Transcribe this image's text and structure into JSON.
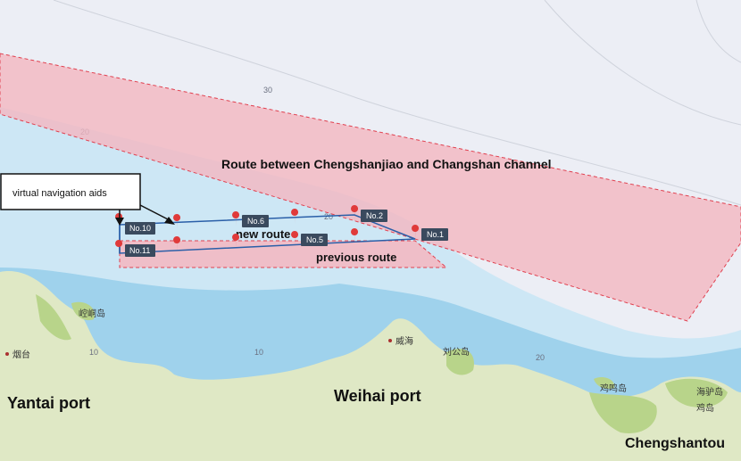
{
  "labels": {
    "route_channel": "Route between Chengshanjiao and Changshan channel",
    "new_route": "new route",
    "previous_route": "previous route",
    "callout": "virtual navigation aids",
    "yantai": "Yantai port",
    "weihai": "Weihai port",
    "chengshantou": "Chengshantou"
  },
  "depth_contours": [
    "30",
    "20",
    "20",
    "10",
    "10",
    "20"
  ],
  "map_place_names": [
    "崆峒岛",
    "烟台",
    "威海",
    "刘公岛",
    "鸡鸣岛",
    "海驴岛",
    "鸡岛"
  ],
  "markers": [
    "No.1",
    "No.2",
    "No.5",
    "No.6",
    "No.10",
    "No.11"
  ],
  "colors": {
    "sea_deep": "#eceef5",
    "sea_shallow": "#cde7f5",
    "sea_coast": "#9fd2ec",
    "land": "#dfe8c5",
    "land_green": "#b8d48a",
    "route_zone_fill": "#f4b6c0",
    "route_zone_stroke": "#e0404f",
    "new_route_line": "#2a5fa8",
    "marker": "#e03a3a",
    "marker_label_bg": "#3a4a5e"
  }
}
